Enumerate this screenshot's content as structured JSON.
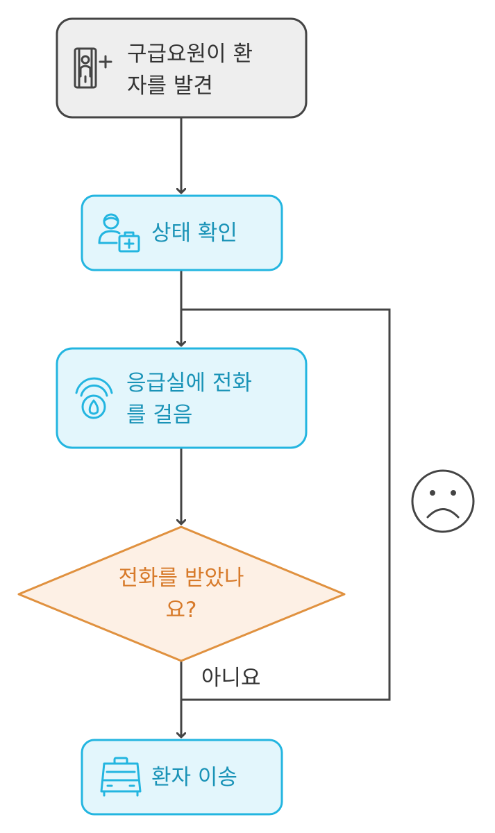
{
  "diagram": {
    "nodes": {
      "start": {
        "line1": "구급요원이 환",
        "line2": "자를 발견",
        "icon": "elevator-person-plus-icon"
      },
      "check": {
        "label": "상태 확인",
        "icon": "medic-with-kit-icon"
      },
      "call": {
        "line1": "응급실에 전화",
        "line2": "를 걸음",
        "icon": "emergency-signal-icon"
      },
      "decision": {
        "line1": "전화를 받았나",
        "line2": "요?"
      },
      "transport": {
        "label": "환자 이송",
        "icon": "ambulance-icon"
      }
    },
    "edges": {
      "no_label": "아니요"
    },
    "decoration": {
      "icon": "sad-face-icon"
    },
    "colors": {
      "start_fill": "#eeeeee",
      "start_stroke": "#444444",
      "start_text": "#333333",
      "blue_fill": "#e3f6fc",
      "blue_stroke": "#23b5e0",
      "blue_text": "#1a93b7",
      "decision_fill": "#fdf0e5",
      "decision_stroke": "#e0913f",
      "decision_text": "#d77a2a",
      "edge": "#444444"
    }
  }
}
